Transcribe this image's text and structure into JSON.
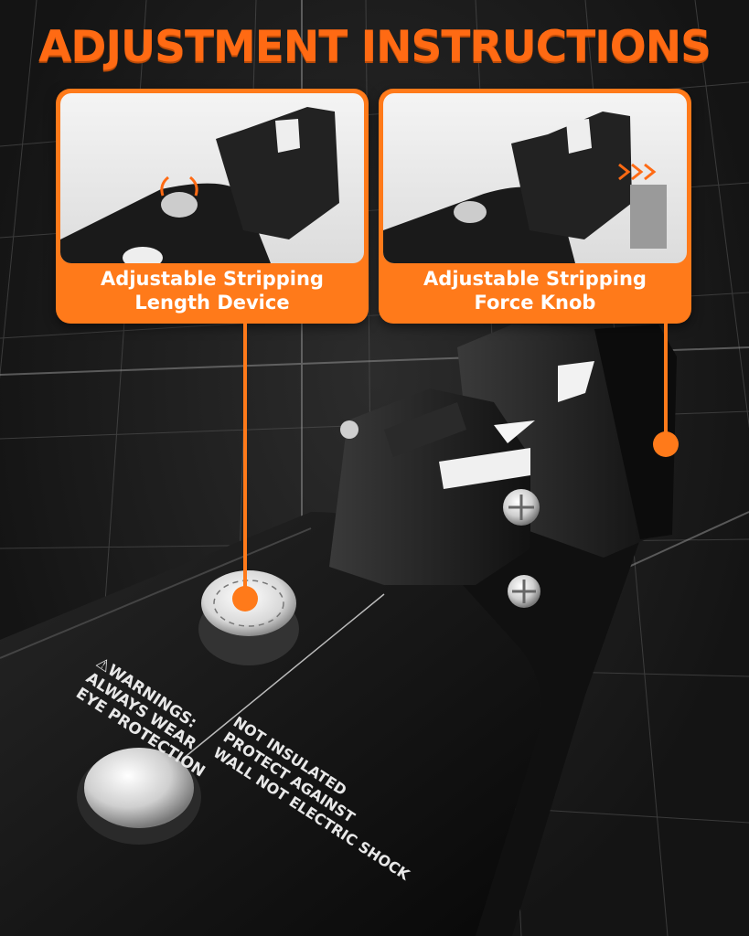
{
  "headline": "ADJUSTMENT INSTRUCTIONS",
  "callouts": [
    {
      "line1": "Adjustable Stripping",
      "line2": "Length Device"
    },
    {
      "line1": "Adjustable Stripping",
      "line2": "Force Knob"
    }
  ],
  "warning": {
    "title": "⚠WARNINGS:",
    "line1": "ALWAYS WEAR",
    "line2": "EYE PROTECTION"
  },
  "notice": {
    "line1": "NOT INSULATED",
    "line2": "PROTECT AGAINST",
    "line3": "WALL NOT ELECTRIC SHOCK"
  },
  "colors": {
    "accent": "#ff7a1a",
    "background": "#1a1a1a"
  }
}
